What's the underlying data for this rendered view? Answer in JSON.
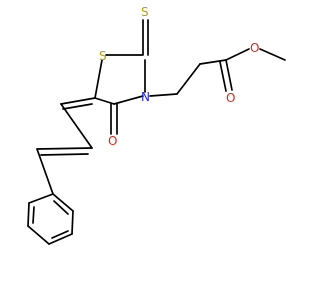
{
  "molecule": {
    "atoms": [
      {
        "id": "S_ring",
        "symbol": "S",
        "color": "#b5a300"
      },
      {
        "id": "S_thione",
        "symbol": "S",
        "color": "#b5a300"
      },
      {
        "id": "N_ring",
        "symbol": "N",
        "color": "#1f2bd6"
      },
      {
        "id": "O_ketone",
        "symbol": "O",
        "color": "#e2231a"
      },
      {
        "id": "O_carbonyl",
        "symbol": "O",
        "color": "#e2231a"
      },
      {
        "id": "O_ester",
        "symbol": "O",
        "color": "#e2231a"
      }
    ]
  }
}
